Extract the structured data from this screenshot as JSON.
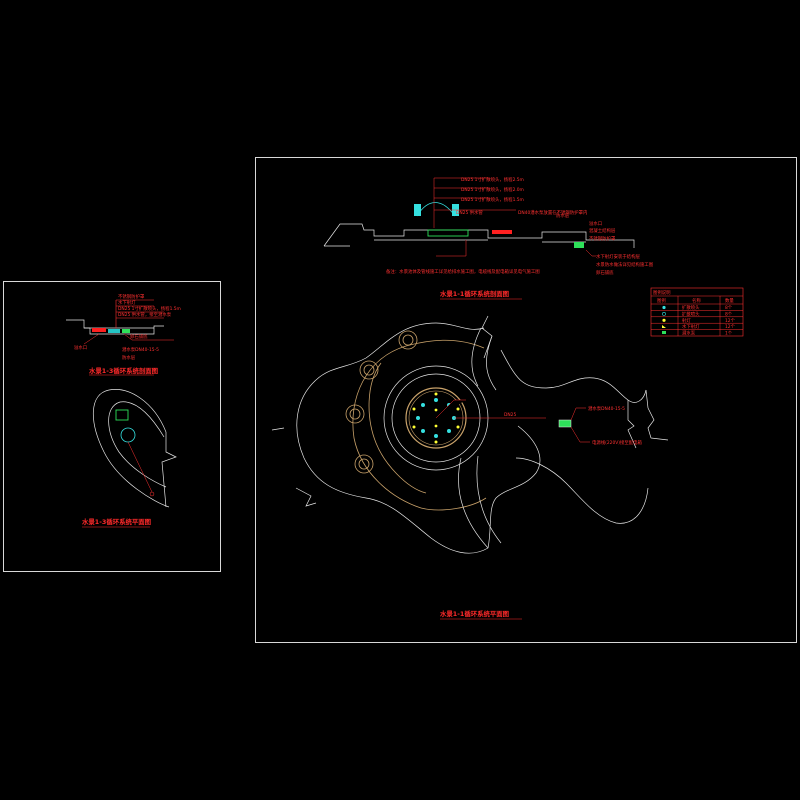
{
  "titles": {
    "left_section": "水景1-3循环系统剖面图",
    "left_plan": "水景1-3循环系统平面图",
    "right_section": "水景1-1循环系统剖面图",
    "right_plan": "水景1-1循环系统平面图"
  },
  "right_section_notes": [
    "DN25 1寸扩散喷头，扬程2.5m",
    "DN25 1寸扩散喷头，扬程2.0m",
    "DN25 1寸扩散喷头，扬程1.5m",
    "DN25 供水管",
    "DN40潜水泵放置在不锈钢防护罩内",
    "防水层",
    "溢水口",
    "混凝土结构层",
    "不锈钢防护罩",
    "水下射灯安装于结构层",
    "水景防水做法详见结构施工图",
    "卵石铺底"
  ],
  "right_section_footnote": "备注：水景池体及管线施工详见给排水施工图，电缆线及配电箱详见电气施工图",
  "right_plan_notes": [
    "潜水泵DN40-15-5",
    "电源线(220V)接至配电箱"
  ],
  "left_section_notes": [
    "不锈钢防护罩",
    "水下射灯",
    "DN25 1寸扩散喷头，扬程1.5m",
    "DN25 供水管，接至潜水泵",
    "溢水口",
    "卵石铺底",
    "潜水泵DN40-15-5",
    "防水层"
  ],
  "legend": {
    "title": "图例说明",
    "headers": [
      "图例",
      "名称",
      "数量"
    ],
    "rows": [
      {
        "name": "扩散喷头",
        "qty": "8个"
      },
      {
        "name": "扩散喷头",
        "qty": "8个"
      },
      {
        "name": "射灯",
        "qty": "12个"
      },
      {
        "name": "水下射灯",
        "qty": "12个"
      },
      {
        "name": "潜水泵",
        "qty": "1个"
      }
    ]
  },
  "colors": {
    "background": "#000000",
    "sheet_frame": "#d8d8d8",
    "annotation": "#ff2a2a",
    "outline": "#e6e6e6",
    "paving": "#c9a26a",
    "nozzle": "#35e0e0",
    "lamp": "#ffff33",
    "pump": "#33ff55"
  }
}
